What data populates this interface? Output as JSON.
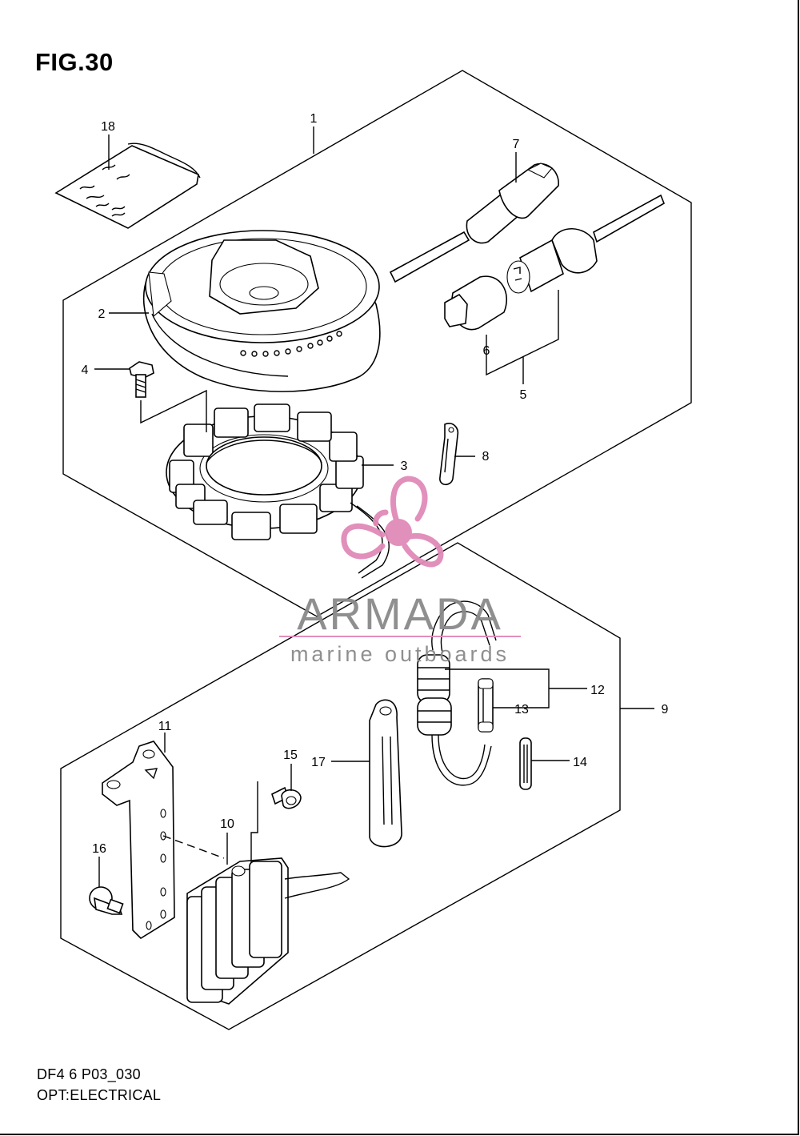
{
  "figure": {
    "title": "FIG.30",
    "code": "DF4 6 P03_030",
    "subtitle": "OPT:ELECTRICAL"
  },
  "watermark": {
    "brand": "ARMADA",
    "tagline": "marine outboards",
    "accent_color": "#e08ab8",
    "text_color": "#8a8a8a"
  },
  "callouts": [
    {
      "id": "1",
      "label": "1"
    },
    {
      "id": "2",
      "label": "2"
    },
    {
      "id": "3",
      "label": "3"
    },
    {
      "id": "4",
      "label": "4"
    },
    {
      "id": "5",
      "label": "5"
    },
    {
      "id": "6",
      "label": "6"
    },
    {
      "id": "7",
      "label": "7"
    },
    {
      "id": "8",
      "label": "8"
    },
    {
      "id": "9",
      "label": "9"
    },
    {
      "id": "10",
      "label": "10"
    },
    {
      "id": "11",
      "label": "11"
    },
    {
      "id": "12",
      "label": "12"
    },
    {
      "id": "13",
      "label": "13"
    },
    {
      "id": "14",
      "label": "14"
    },
    {
      "id": "15",
      "label": "15"
    },
    {
      "id": "16",
      "label": "16"
    },
    {
      "id": "17",
      "label": "17"
    },
    {
      "id": "18",
      "label": "18"
    }
  ]
}
